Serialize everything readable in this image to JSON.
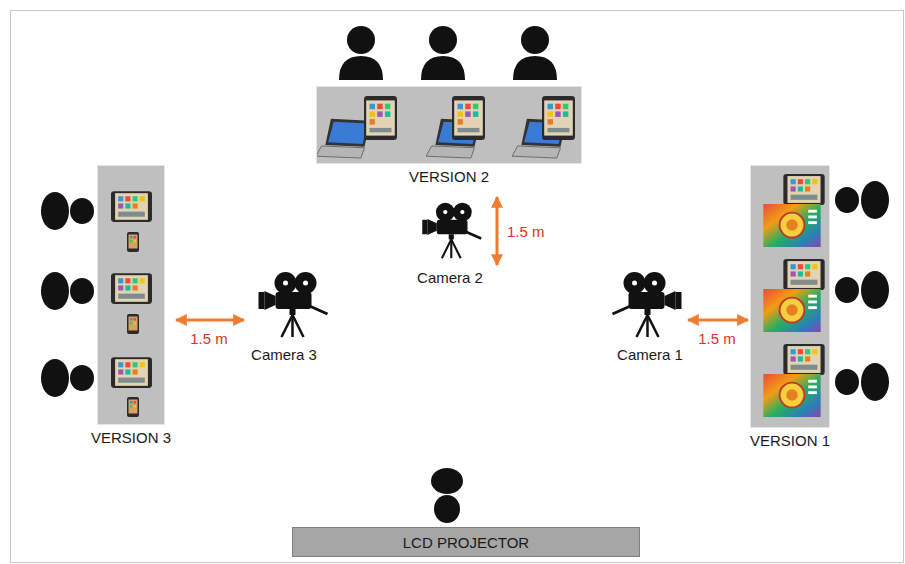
{
  "diagram": {
    "nodes": [
      {
        "text": [
          "VERSION 2"
        ]
      },
      {
        "text": [
          "VERSION 3"
        ]
      },
      {
        "text": [
          "VERSION 1"
        ]
      },
      {
        "text": [
          "LCD PROJECTOR"
        ]
      }
    ],
    "labels": [
      "1.5 m",
      "Camera 2",
      "1.5 m",
      "Camera 3",
      "Camera 1",
      "1.5 m"
    ]
  }
}
